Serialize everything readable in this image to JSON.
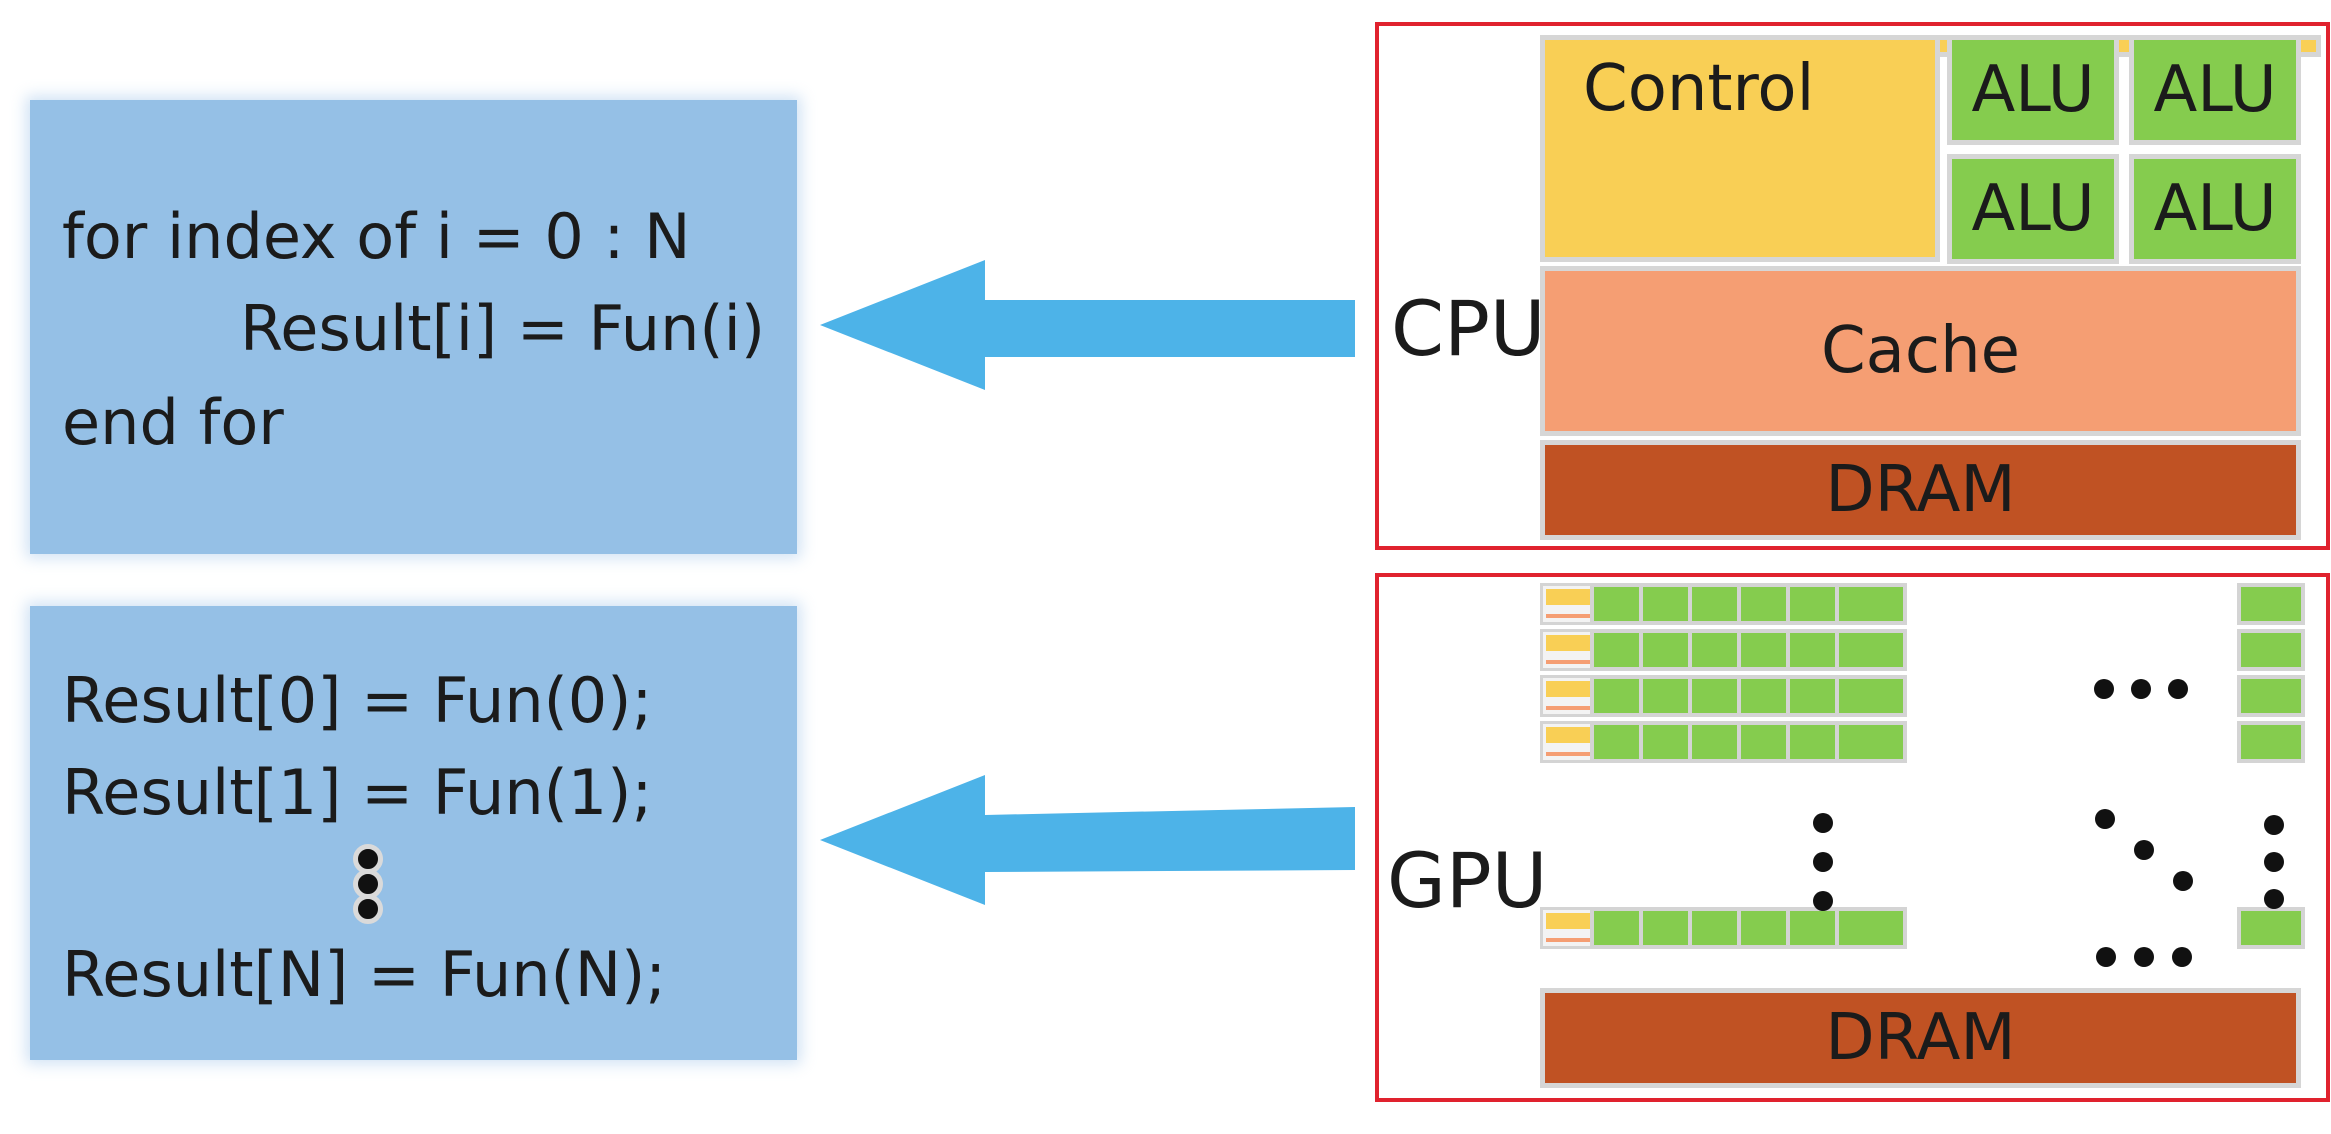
{
  "serial_code": {
    "lines": [
      "for index of i = 0 : N",
      "Result[i] = Fun(i)",
      "end for"
    ]
  },
  "parallel_code": {
    "lines": [
      "Result[0] = Fun(0);",
      "Result[1] = Fun(1);",
      "Result[N] = Fun(N);"
    ],
    "vertical_ellipsis_icon": "vertical-ellipsis"
  },
  "cpu": {
    "label": "CPU",
    "control_label": "Control",
    "alu_labels": [
      "ALU",
      "ALU",
      "ALU",
      "ALU"
    ],
    "cache_label": "Cache",
    "dram_label": "DRAM"
  },
  "gpu": {
    "label": "GPU",
    "dram_label": "DRAM",
    "ellipsis_icons": [
      "horizontal-ellipsis",
      "vertical-ellipsis",
      "diagonal-ellipsis"
    ]
  },
  "colors": {
    "code_box": "#95c0e6",
    "arrow": "#4db3e8",
    "panel_border": "#e0222e",
    "control": "#f9cf55",
    "alu": "#85cc4e",
    "cache": "#f59e73",
    "dram": "#c05223"
  }
}
